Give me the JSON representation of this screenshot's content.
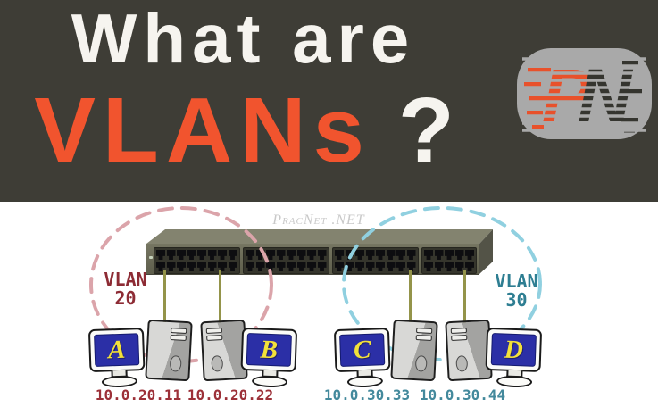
{
  "header": {
    "line1": "What are",
    "line2_word": "VLANs",
    "line2_question": "?",
    "background_color": "#3e3d36",
    "text_color": "#f6f4ef",
    "accent_color": "#f1542e"
  },
  "logo": {
    "letter_p": "P",
    "letter_n": "N",
    "capsule_color": "#a9a9a9",
    "p_color": "#e8512b",
    "n_color": "#35352f"
  },
  "watermark": "PracNet .NET",
  "diagram": {
    "vlan_groups": [
      {
        "label": "VLAN",
        "number": "20",
        "text_color": "#8d2b34",
        "circle_color": "#dba4aa"
      },
      {
        "label": "VLAN",
        "number": "30",
        "text_color": "#2e7e92",
        "circle_color": "#90d0e0"
      }
    ],
    "hosts": [
      {
        "name": "A",
        "ip": "10.0.20.11",
        "vlan": "20"
      },
      {
        "name": "B",
        "ip": "10.0.20.22",
        "vlan": "20"
      },
      {
        "name": "C",
        "ip": "10.0.30.33",
        "vlan": "30"
      },
      {
        "name": "D",
        "ip": "10.0.30.44",
        "vlan": "30"
      }
    ],
    "switch": {
      "port_banks": [
        8,
        8,
        8,
        5
      ],
      "port_rows": 2,
      "body_color": "#6a6a58",
      "cable_color": "#94944a"
    },
    "host_screen_color": "#2b2fa6",
    "host_letter_color": "#f3e13a"
  }
}
